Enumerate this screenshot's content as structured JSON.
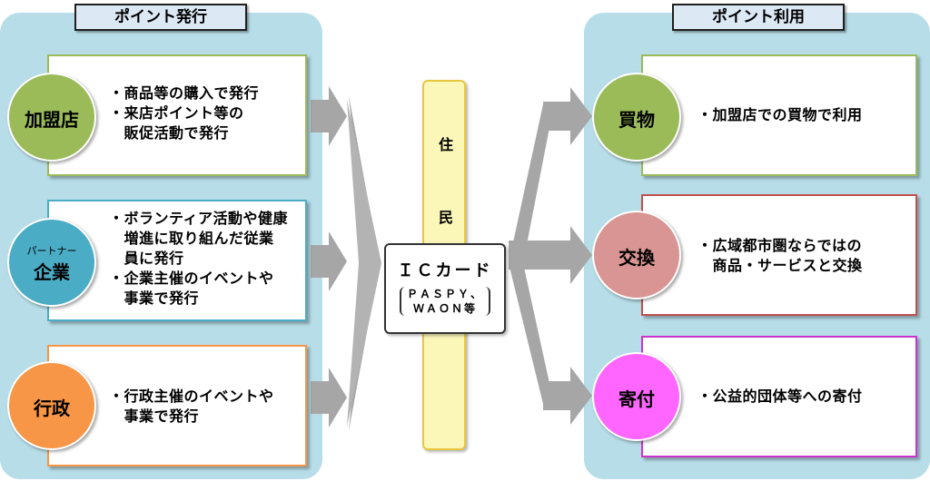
{
  "issue": {
    "title": "ポイント発行",
    "items": [
      {
        "circle_sub": "",
        "circle": "加盟店",
        "text": "・商品等の購入で発行\n・来店ポイント等の\n　販促活動で発行",
        "color": "#9bbb59",
        "border": "#9bbb59"
      },
      {
        "circle_sub": "パートナー",
        "circle": "企業",
        "text": "・ボランティア活動や健康\n　増進に取り組んだ従業\n　員に発行\n・企業主催のイベントや\n　事業で発行",
        "color": "#4bacc6",
        "border": "#4bacc6"
      },
      {
        "circle_sub": "",
        "circle": "行政",
        "text": "・行政主催のイベントや\n　事業で発行",
        "color": "#f79646",
        "border": "#f79646"
      }
    ]
  },
  "center": {
    "resident_chars": [
      "住",
      "民"
    ],
    "ic_title": "ＩＣカード",
    "ic_sub_1": "ＰＡＳＰＹ、",
    "ic_sub_2": "ＷＡＯＮ等"
  },
  "use": {
    "title": "ポイント利用",
    "items": [
      {
        "circle": "買物",
        "text": "・加盟店での買物で利用",
        "color": "#9bbb59",
        "border": "#9bbb59"
      },
      {
        "circle": "交換",
        "text": "・広域都市圏ならではの\n　商品・サービスと交換",
        "color": "#d99594",
        "border": "#c0504d"
      },
      {
        "circle": "寄付",
        "text": "・公益的団体等への寄付",
        "color": "#ff66ff",
        "border": "#cc33cc"
      }
    ]
  },
  "colors": {
    "panel": "#b7dde8",
    "arrow": "#a6a6a6"
  }
}
